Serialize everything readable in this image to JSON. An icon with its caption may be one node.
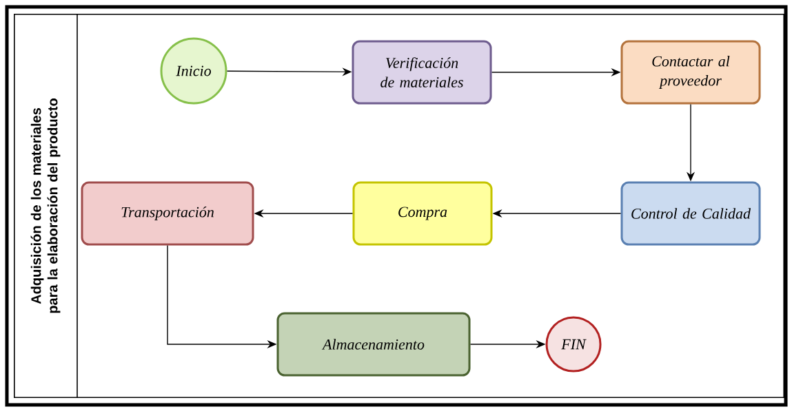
{
  "diagram": {
    "nodes": [
      {
        "text": [
          "Adquisición de los materiales para la elaboración del producto"
        ]
      },
      {
        "text": [
          "Inicio"
        ],
        "in": 0
      },
      {
        "text": [
          "Verificación de materiales"
        ],
        "in": 0
      },
      {
        "text": [
          "Contactar al proveedor"
        ],
        "in": 0
      },
      {
        "text": [
          "Control de Calidad"
        ],
        "in": 0
      },
      {
        "text": [
          "Compra"
        ],
        "in": 0
      },
      {
        "text": [
          "Transportación"
        ],
        "in": 0
      },
      {
        "text": [
          "Almacenamiento"
        ],
        "in": 0
      },
      {
        "text": [
          "FIN"
        ],
        "in": 0
      }
    ],
    "edges": [
      {
        "from": 1,
        "to": 2,
        "arrow": "to"
      },
      {
        "from": 2,
        "to": 3,
        "arrow": "to"
      },
      {
        "from": 3,
        "to": 4,
        "arrow": "to"
      },
      {
        "from": 4,
        "to": 5,
        "arrow": "to"
      },
      {
        "from": 5,
        "to": 6,
        "arrow": "to"
      },
      {
        "from": 6,
        "to": 7,
        "arrow": "to"
      },
      {
        "from": 7,
        "to": 8,
        "arrow": "to"
      }
    ]
  }
}
